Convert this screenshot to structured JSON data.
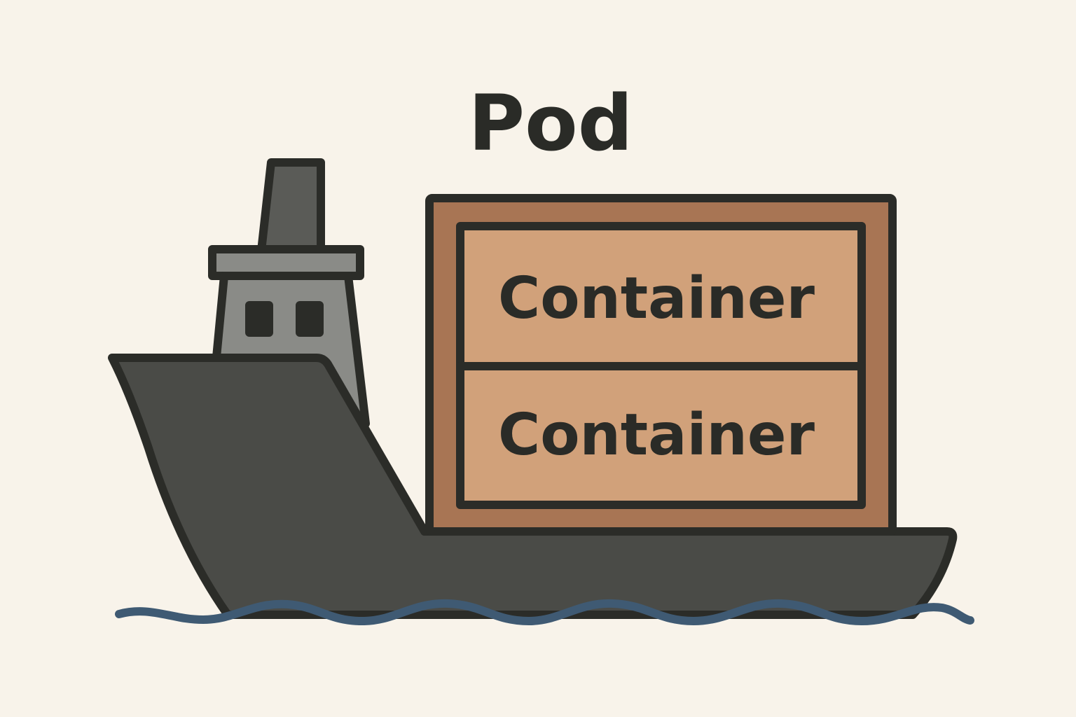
{
  "diagram": {
    "title": "Pod",
    "containers": [
      {
        "label": "Container"
      },
      {
        "label": "Container"
      }
    ],
    "colors": {
      "background": "#f8f3ea",
      "outline": "#2b2c28",
      "hull": "#4a4b47",
      "tower": "#8a8b87",
      "chimney": "#5a5b57",
      "pod_box": "#a87554",
      "container": "#d1a17a",
      "water": "#3f5a73"
    },
    "icons": [
      "ship-icon",
      "pod-box",
      "container-box",
      "water-wave"
    ]
  }
}
